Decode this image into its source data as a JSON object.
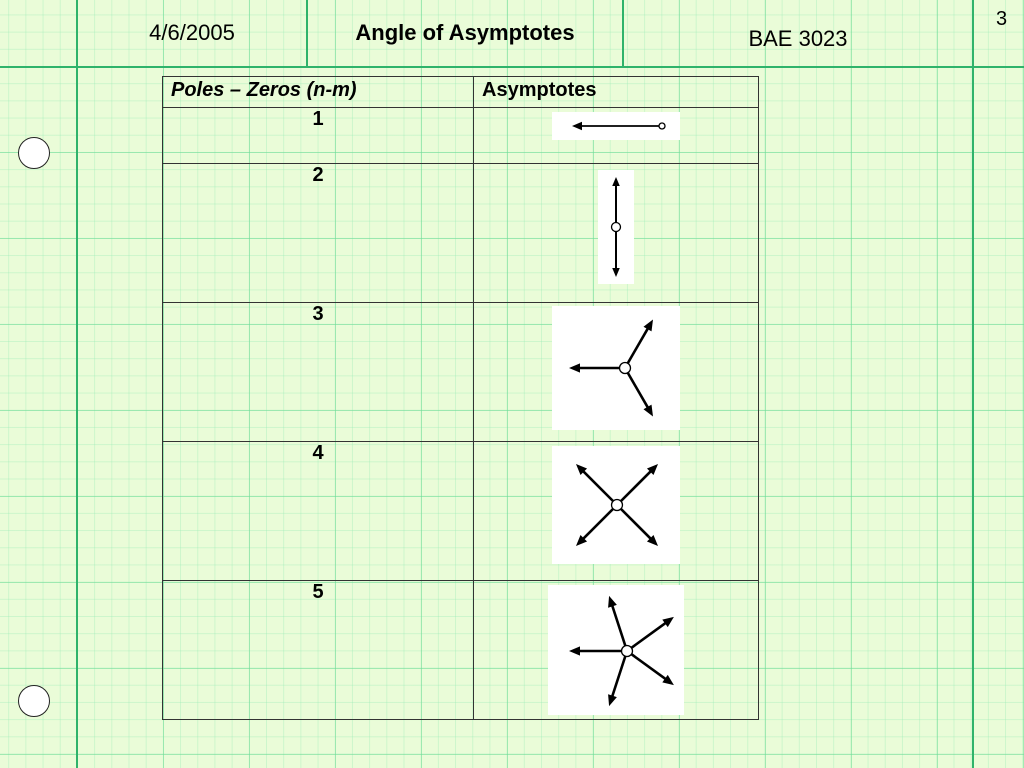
{
  "header": {
    "date": "4/6/2005",
    "title": "Angle of Asymptotes",
    "course": "BAE 3023",
    "page_number": "3"
  },
  "table": {
    "col1_header": "Poles – Zeros (n-m)",
    "col2_header": "Asymptotes",
    "rows": [
      {
        "n": "1",
        "asymptote_angles_deg": [
          180
        ]
      },
      {
        "n": "2",
        "asymptote_angles_deg": [
          90,
          270
        ]
      },
      {
        "n": "3",
        "asymptote_angles_deg": [
          60,
          180,
          300
        ]
      },
      {
        "n": "4",
        "asymptote_angles_deg": [
          45,
          135,
          225,
          315
        ]
      },
      {
        "n": "5",
        "asymptote_angles_deg": [
          36,
          108,
          180,
          252,
          324
        ]
      }
    ]
  },
  "colors": {
    "paper": "#eafcd8",
    "grid": "#6edc96",
    "rule": "#2fb36b",
    "ink": "#000000"
  }
}
